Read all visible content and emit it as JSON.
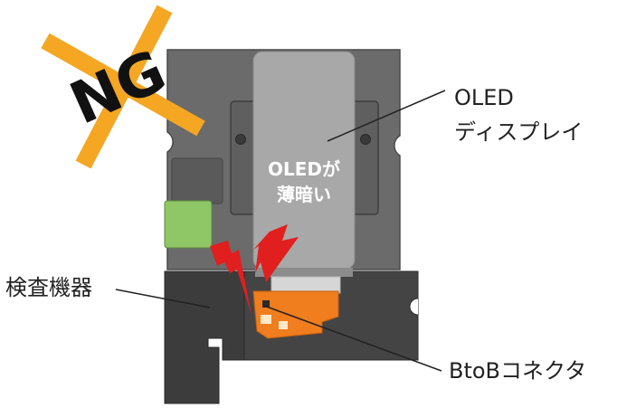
{
  "stamp": {
    "text": "NG",
    "cross_color": "#f5a623"
  },
  "labels": {
    "oled_line1": "OLED",
    "oled_line2": "ディスプレイ",
    "inspection": "検査機器",
    "connector": "BtoBコネクタ"
  },
  "overlay": {
    "line1": "OLEDが",
    "line2": "薄暗い"
  },
  "colors": {
    "body": "#6b6b6b",
    "panel": "#a8a8a8",
    "base": "#3c3c3c",
    "connector": "#f07d1e",
    "lightning": "#e11f1f",
    "green": "#8fc766"
  }
}
